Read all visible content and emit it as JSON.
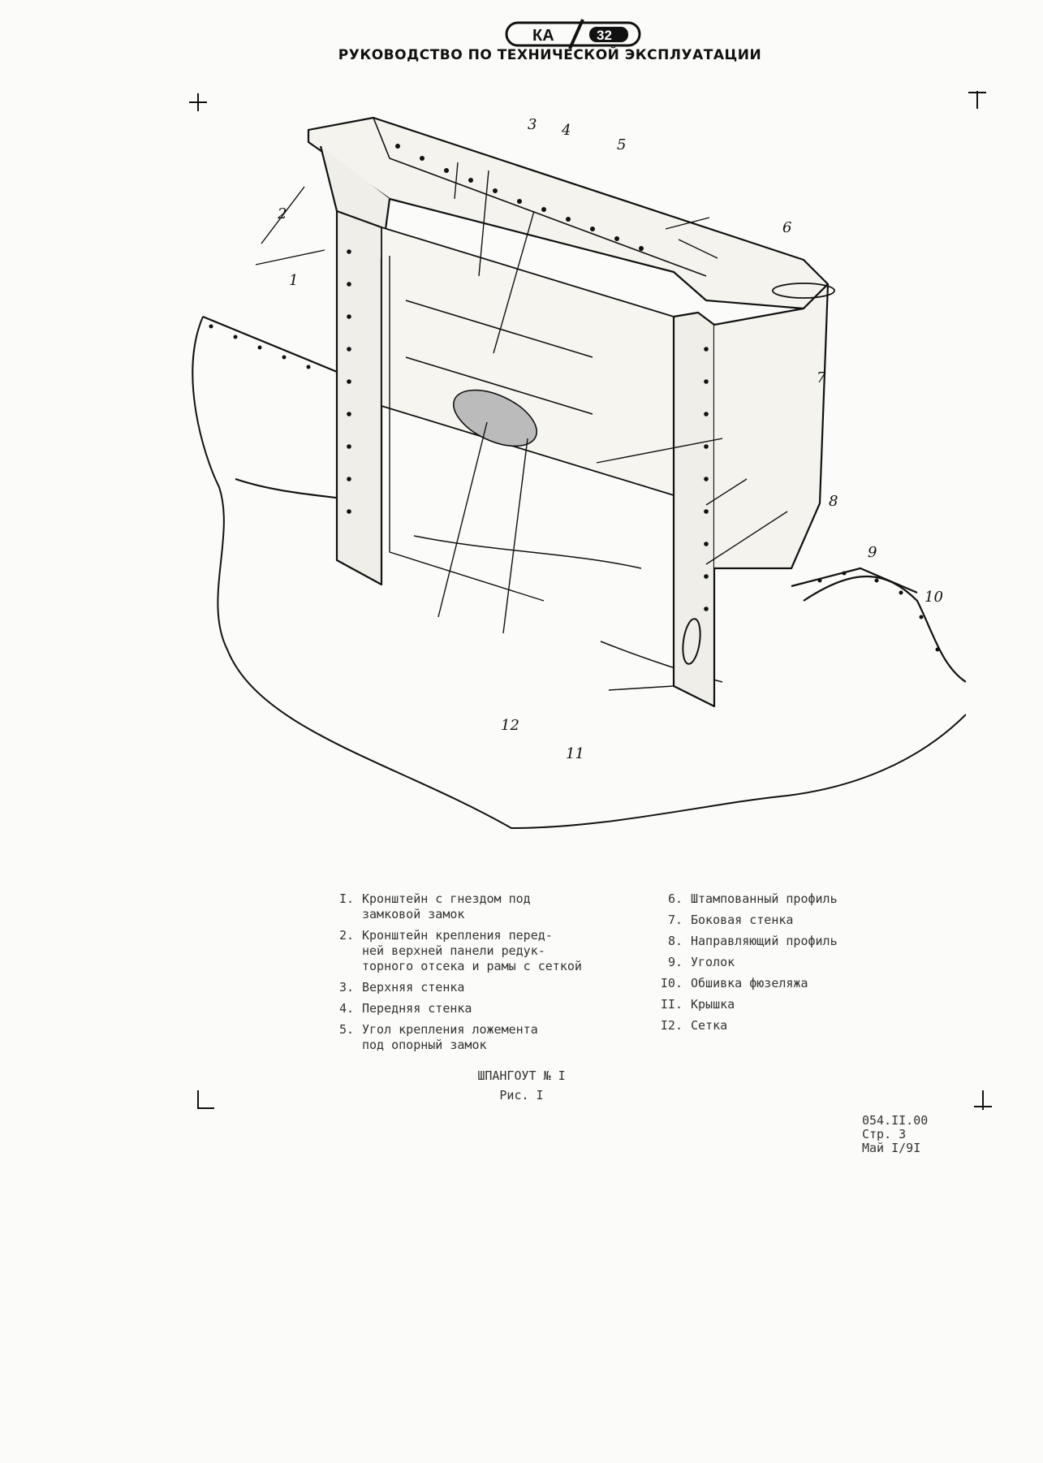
{
  "header": {
    "logo_left": "КА",
    "logo_right": "32",
    "title": "РУКОВОДСТВО ПО ТЕХНИЧЕСКОЙ ЭКСПЛУАТАЦИИ"
  },
  "drawing": {
    "callouts": [
      "1",
      "2",
      "3",
      "4",
      "5",
      "6",
      "7",
      "8",
      "9",
      "10",
      "11",
      "12"
    ]
  },
  "legend": {
    "left": [
      {
        "num": "I.",
        "text": "Кронштейн с гнездом под\nзамковой замок"
      },
      {
        "num": "2.",
        "text": "Кронштейн крепления перед-\nней верхней панели редук-\nторного отсека и рамы с сеткой"
      },
      {
        "num": "3.",
        "text": "Верхняя стенка"
      },
      {
        "num": "4.",
        "text": "Передняя стенка"
      },
      {
        "num": "5.",
        "text": "Угол крепления ложемента\nпод опорный замок"
      }
    ],
    "right": [
      {
        "num": "6.",
        "text": "Штампованный профиль"
      },
      {
        "num": "7.",
        "text": "Боковая стенка"
      },
      {
        "num": "8.",
        "text": "Направляющий профиль"
      },
      {
        "num": "9.",
        "text": "Уголок"
      },
      {
        "num": "I0.",
        "text": "Обшивка фюзеляжа"
      },
      {
        "num": "II.",
        "text": "Крышка"
      },
      {
        "num": "I2.",
        "text": "Сетка"
      }
    ]
  },
  "figure": {
    "caption": "ШПАНГОУТ № I",
    "number": "Рис. I"
  },
  "docref": {
    "code": "054.II.00",
    "page": "Стр. 3",
    "date": "Май I/9I"
  }
}
